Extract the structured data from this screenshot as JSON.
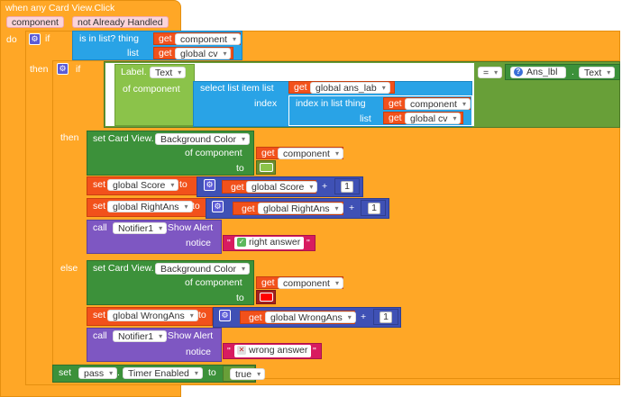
{
  "event": {
    "prefix": "when any Card View.Click",
    "param1": "component",
    "param2": "not Already Handled",
    "do": "do"
  },
  "if1": {
    "if": "if",
    "is_in_list": "is in list? thing",
    "get": "get",
    "component": "component",
    "list": "list",
    "global_cv": "global cv",
    "then": "then"
  },
  "if2": {
    "if": "if",
    "label": "Label.",
    "prop_text": "Text",
    "of_component": "of component",
    "select_list_item_list": "select list item  list",
    "get": "get",
    "global_ans_lab": "global ans_lab",
    "index": "index",
    "index_in_list": "index in list  thing",
    "component": "component",
    "list": "list",
    "global_cv": "global cv",
    "equals": "=",
    "ans_lbl": "Ans_lbl",
    "dot": ".",
    "text_prop": "Text"
  },
  "then_branch": {
    "then": "then",
    "set_cardview": "set Card View.",
    "bg_color": "Background Color",
    "of_component": "of component",
    "get": "get",
    "component": "component",
    "to": "to",
    "green": "#8BC34A",
    "set": "set",
    "global_score": "global Score",
    "to2": "to",
    "get_global_score": "global Score",
    "plus": "+",
    "one": "1",
    "global_rightans": "global RightAns",
    "get_global_rightans": "global RightAns",
    "call": "call",
    "notifier": "Notifier1",
    "show_alert": ".Show Alert",
    "notice": "notice",
    "quote": "\"",
    "right_answer": "right answer"
  },
  "else_branch": {
    "else": "else",
    "set_cardview": "set Card View.",
    "bg_color": "Background Color",
    "of_component": "of component",
    "get": "get",
    "component": "component",
    "to": "to",
    "red": "#FF0000",
    "set": "set",
    "global_wrongans": "global WrongAns",
    "to2": "to",
    "get_global_wrongans": "global WrongAns",
    "plus": "+",
    "one": "1",
    "call": "call",
    "notifier": "Notifier1",
    "show_alert": ".Show Alert",
    "notice": "notice",
    "quote": "\"",
    "wrong_answer": "wrong answer"
  },
  "final": {
    "set": "set",
    "pass": "pass",
    "dot": ".",
    "timer_enabled": "Timer Enabled",
    "to": "to",
    "true_val": "true"
  }
}
